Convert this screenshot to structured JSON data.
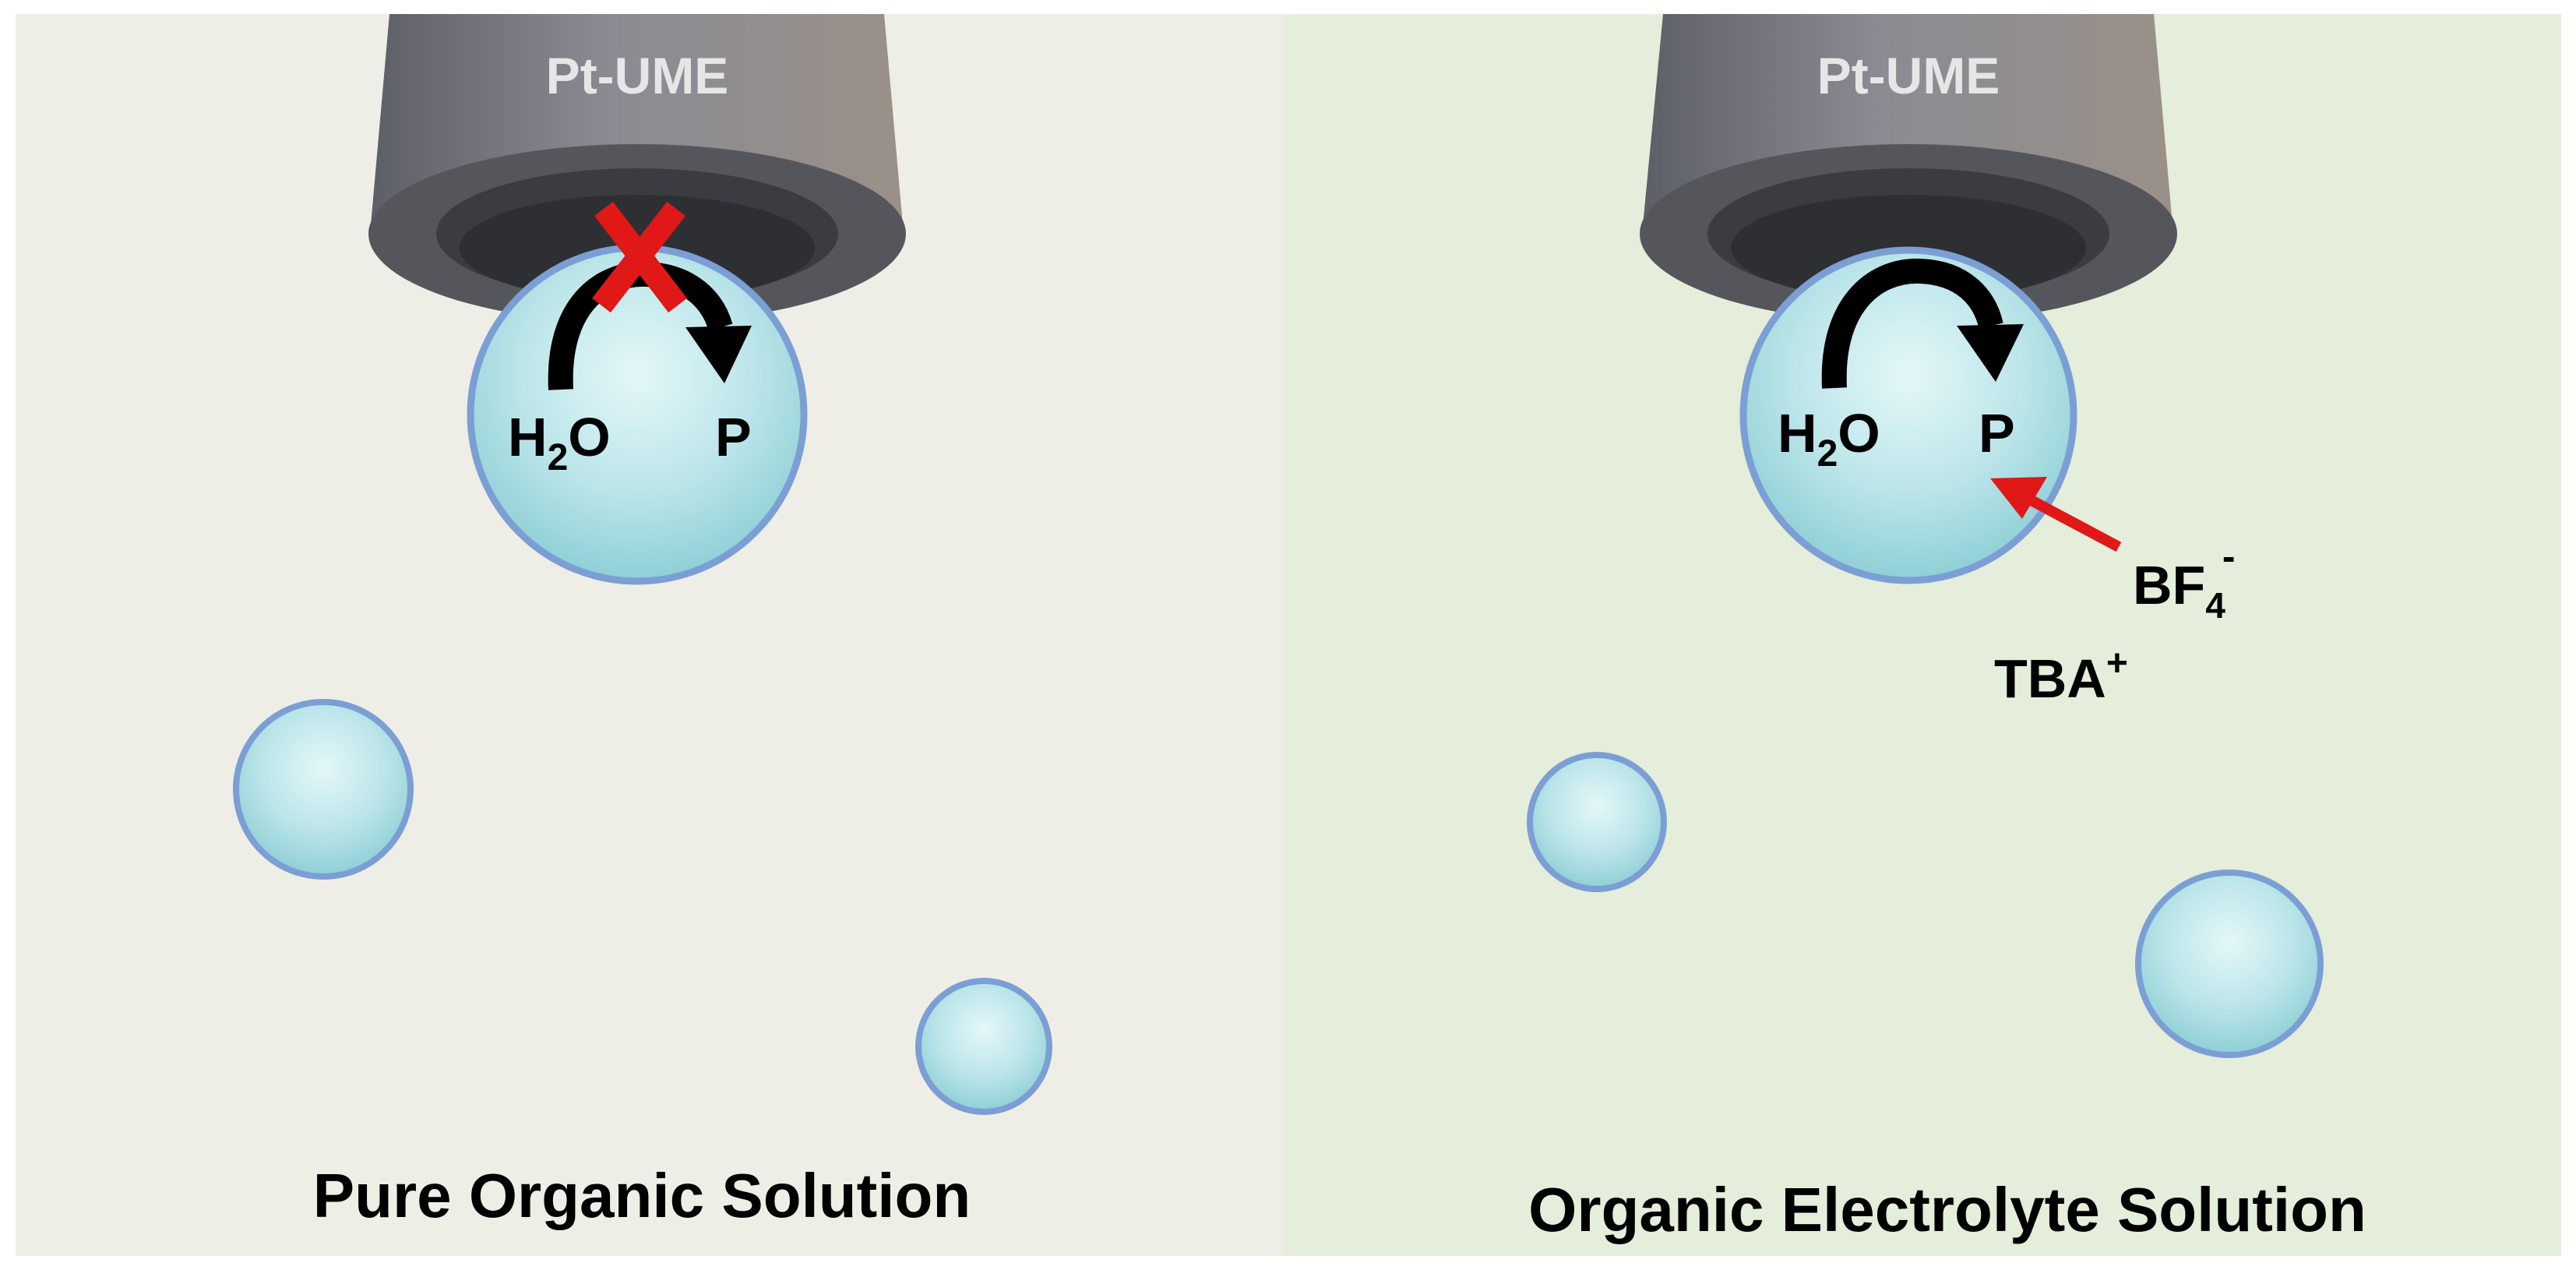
{
  "panels": [
    {
      "id": "left",
      "electrode_label": "Pt-UME",
      "caption": "Pure Organic Solution",
      "reactant": {
        "main": "H",
        "sub": "2",
        "tail": "O"
      },
      "product": "P",
      "reaction_blocked_mark": "X",
      "background": "#efeee6"
    },
    {
      "id": "right",
      "electrode_label": "Pt-UME",
      "caption": "Organic Electrolyte Solution",
      "reactant": {
        "main": "H",
        "sub": "2",
        "tail": "O"
      },
      "product": "P",
      "anion": {
        "main": "BF",
        "sub": "4",
        "sup": "-"
      },
      "cation": {
        "main": "TBA",
        "sup": "+"
      },
      "background": "#e5eddb"
    }
  ],
  "colors": {
    "droplet_fill": "#b7e3e8",
    "droplet_edge": "#7b9fd4",
    "electrode_body": "#7a7a80",
    "blocked_mark": "#e01818",
    "anion_arrow": "#e01818",
    "reaction_arrow": "#000000"
  },
  "icons": [
    "electrode-icon",
    "droplet-icon",
    "curved-arrow-icon",
    "cross-icon",
    "arrow-icon"
  ]
}
